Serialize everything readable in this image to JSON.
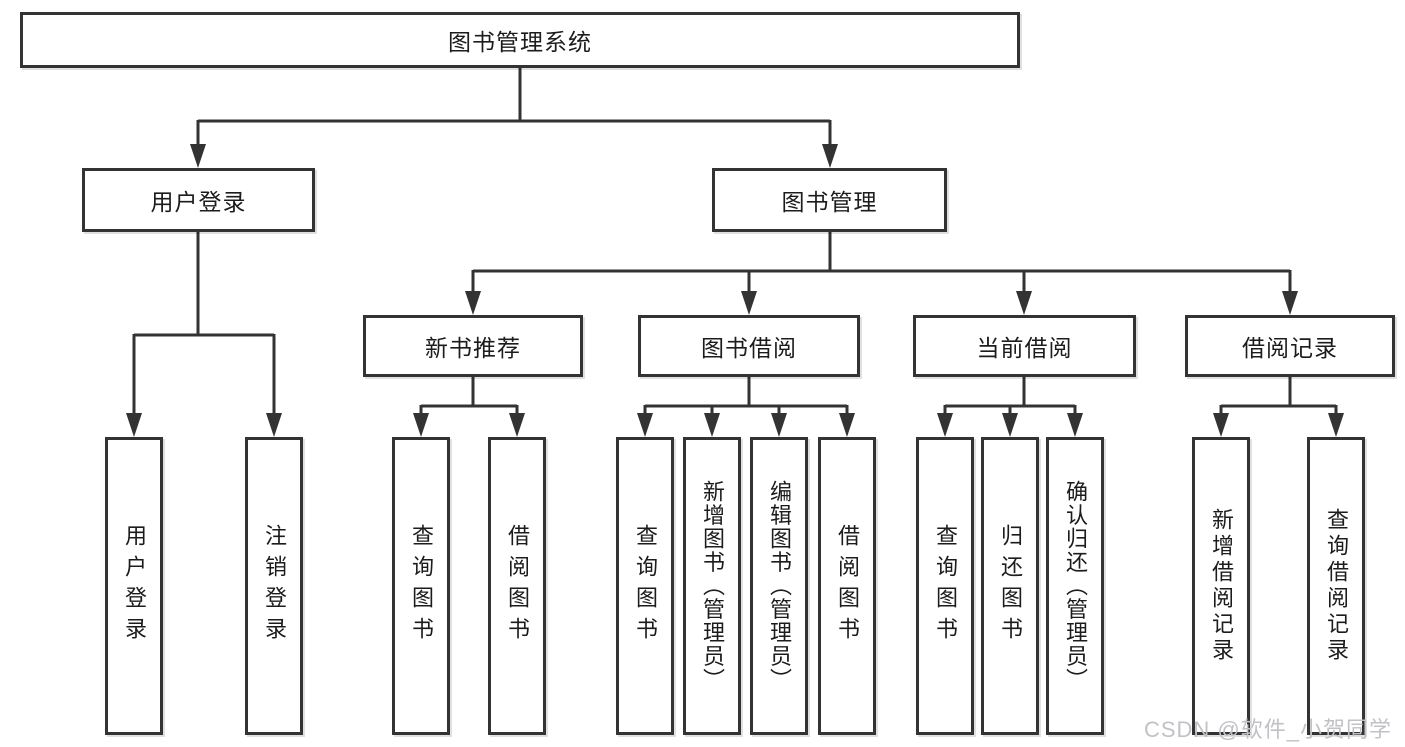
{
  "diagram": {
    "type": "tree-hierarchy",
    "line_color": "#333333",
    "background_color": "#ffffff",
    "watermark": {
      "text": "CSDN @软件_小贺同学",
      "color": "#c2c2c6"
    },
    "nodes": {
      "root": "图书管理系统",
      "user_login_group": "用户登录",
      "book_mgmt": "图书管理",
      "user_login": "用户登录",
      "logout": "注销登录",
      "new_book_rec": "新书推荐",
      "book_borrow": "图书借阅",
      "current_borrow": "当前借阅",
      "borrow_record": "借阅记录",
      "query_book_1": "查询图书",
      "borrow_book_1": "借阅图书",
      "query_book_2": "查询图书",
      "add_book_admin": "新增图书（管理员）",
      "edit_book_admin": "编辑图书（管理员）",
      "borrow_book_2": "借阅图书",
      "query_book_3": "查询图书",
      "return_book": "归还图书",
      "confirm_return_admin": "确认归还（管理员）",
      "add_borrow_record": "新增借阅记录",
      "query_borrow_record": "查询借阅记录"
    },
    "edges": [
      [
        "图书管理系统",
        "用户登录"
      ],
      [
        "图书管理系统",
        "图书管理"
      ],
      [
        "用户登录",
        "用户登录"
      ],
      [
        "用户登录",
        "注销登录"
      ],
      [
        "图书管理",
        "新书推荐"
      ],
      [
        "图书管理",
        "图书借阅"
      ],
      [
        "图书管理",
        "当前借阅"
      ],
      [
        "图书管理",
        "借阅记录"
      ],
      [
        "新书推荐",
        "查询图书"
      ],
      [
        "新书推荐",
        "借阅图书"
      ],
      [
        "图书借阅",
        "查询图书"
      ],
      [
        "图书借阅",
        "新增图书（管理员）"
      ],
      [
        "图书借阅",
        "编辑图书（管理员）"
      ],
      [
        "图书借阅",
        "借阅图书"
      ],
      [
        "当前借阅",
        "查询图书"
      ],
      [
        "当前借阅",
        "归还图书"
      ],
      [
        "当前借阅",
        "确认归还（管理员）"
      ],
      [
        "借阅记录",
        "新增借阅记录"
      ],
      [
        "借阅记录",
        "查询借阅记录"
      ]
    ]
  }
}
